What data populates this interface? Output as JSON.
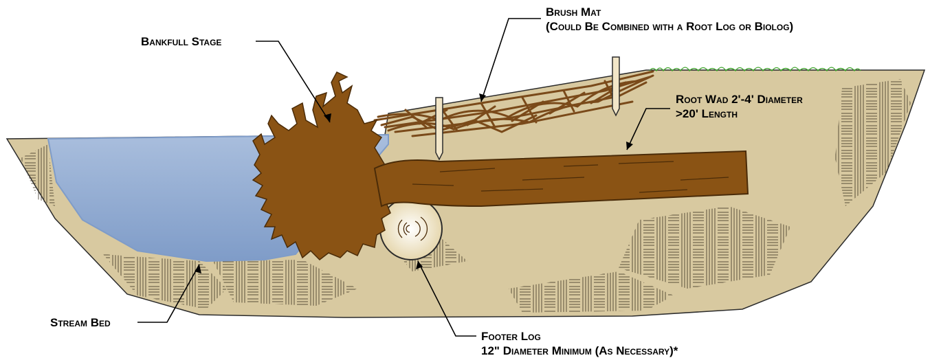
{
  "diagram": {
    "labels": {
      "bankfull_stage": "Bankfull Stage",
      "brush_mat": {
        "line1": "Brush Mat",
        "line2": "(Could Be Combined with a Root Log or Biolog)"
      },
      "root_wad": {
        "line1": "Root Wad 2'-4' Diameter",
        "line2": ">20' Length"
      },
      "stream_bed": "Stream Bed",
      "footer_log": {
        "line1": "Footer Log",
        "line2": "12\" Diameter Minimum (As Necessary)*"
      }
    },
    "colors": {
      "soil": "#D8C9A0",
      "water_top": "#A9BEDD",
      "water_bottom": "#7F9CC8",
      "wood": "#8A5314",
      "wood_dark": "#4A2B08",
      "brush": "#7A4A1A",
      "grass": "#3FA52C",
      "stake": "#F2E6C8",
      "footer_log_center": "#FFFFFF",
      "footer_log_edge": "#E6D7AE",
      "hatch": "#3A3020",
      "outline": "#2B2B2B"
    }
  }
}
